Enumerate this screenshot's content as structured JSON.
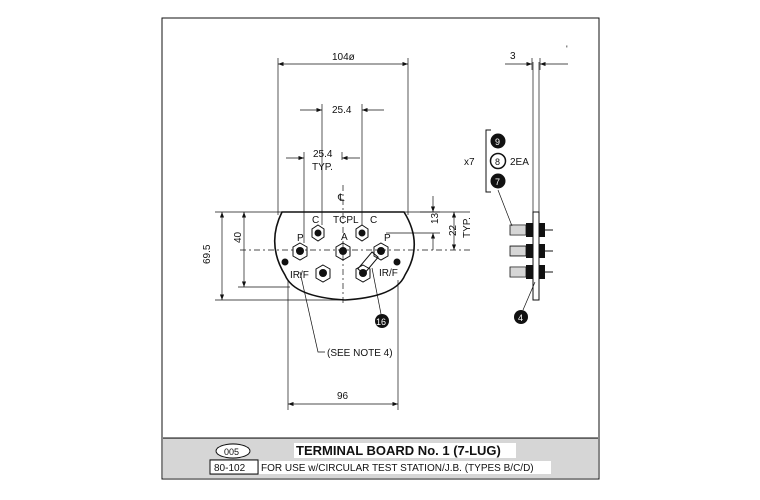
{
  "drawing": {
    "dimensions": {
      "overall_width": "104ø",
      "spacing_top": "25.4",
      "spacing_typ": "25.4",
      "typ": "TYP.",
      "height_total": "69.5",
      "height_40": "40",
      "right_13": "13",
      "right_22": "22",
      "right_typ": "TYP.",
      "bottom_width": "96",
      "thickness": "3"
    },
    "labels": {
      "centerline": "℄",
      "tcpl": "TCPL",
      "c_left": "C",
      "c_right": "C",
      "p_left": "P",
      "p_right": "P",
      "a": "A",
      "irf_left": "IR/F",
      "irf_right": "IR/F",
      "see_note": "(SEE NOTE 4)"
    },
    "callouts": {
      "item_16": "16",
      "item_9": "9",
      "item_8": "8",
      "item_7": "7",
      "item_4": "4",
      "qty_x7": "x7",
      "qty_2ea": "2EA"
    }
  },
  "title_block": {
    "sheet_number": "005",
    "drawing_number": "80-102",
    "title": "TERMINAL BOARD No. 1 (7-LUG)",
    "subtitle": "FOR USE w/CIRCULAR TEST STATION/J.B. (TYPES B/C/D)"
  }
}
